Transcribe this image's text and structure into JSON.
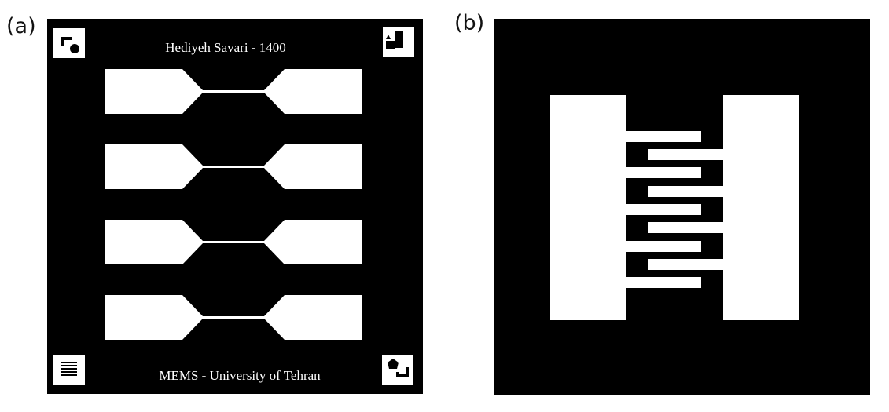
{
  "panels": {
    "a": {
      "label": "(a)",
      "top_text": "Hediyeh Savari - 1400",
      "bottom_text": "MEMS - University of Tehran",
      "structure_count": 4,
      "marks": [
        "rect-circle-mark-icon",
        "triangle-squares-mark-icon",
        "bars-mark-icon",
        "pentagon-cup-mark-icon"
      ]
    },
    "b": {
      "label": "(b)",
      "finger_count": 9
    }
  },
  "colors": {
    "mask": "#000000",
    "pattern": "#ffffff",
    "background": "#ffffff"
  }
}
